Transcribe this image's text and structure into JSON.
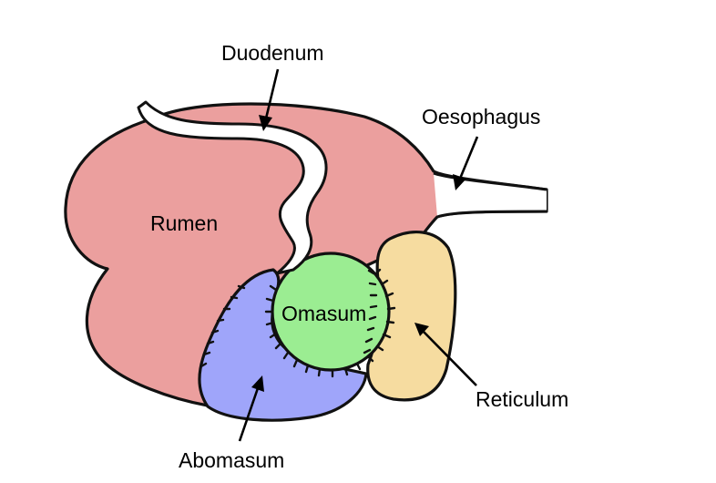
{
  "labels": {
    "duodenum": "Duodenum",
    "oesophagus": "Oesophagus",
    "rumen": "Rumen",
    "omasum": "Omasum",
    "reticulum": "Reticulum",
    "abomasum": "Abomasum"
  },
  "colors": {
    "rumen": "#eb9f9e",
    "omasum": "#9bed92",
    "abomasum": "#9fa5fa",
    "reticulum": "#f6dca0",
    "outline": "#111111",
    "background": "#ffffff"
  }
}
